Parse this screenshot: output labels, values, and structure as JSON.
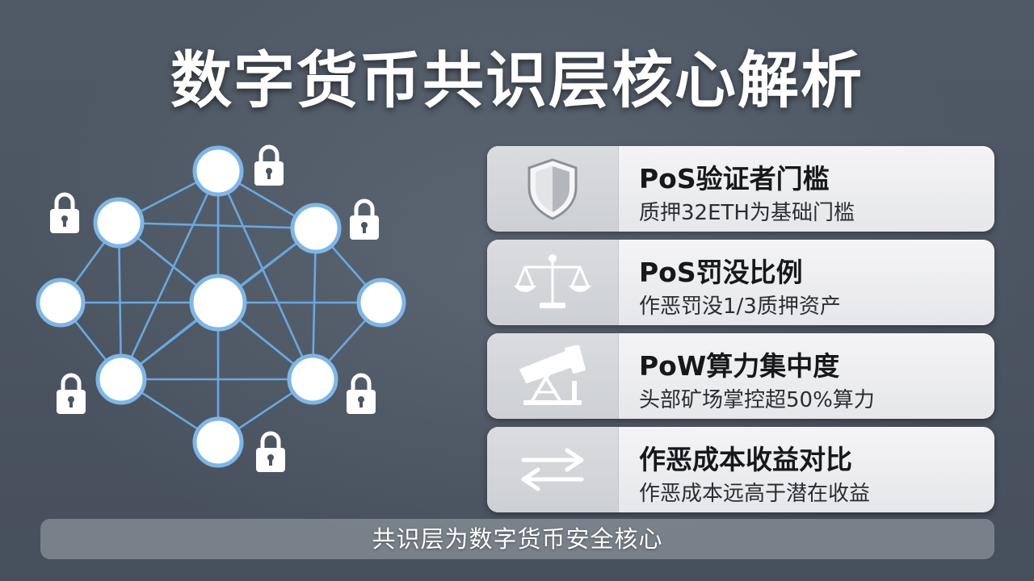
{
  "title": "数字货币共识层核心解析",
  "cards": [
    {
      "title": "PoS验证者门槛",
      "subtitle": "质押32ETH为基础门槛",
      "icon": "shield-icon"
    },
    {
      "title": "PoS罚没比例",
      "subtitle": "作恶罚没1/3质押资产",
      "icon": "scale-icon"
    },
    {
      "title": "PoW算力集中度",
      "subtitle": "头部矿场掌控超50%算力",
      "icon": "mining-rig-icon"
    },
    {
      "title": "作恶成本收益对比",
      "subtitle": "作恶成本远高于潜在收益",
      "icon": "exchange-arrows-icon"
    }
  ],
  "caption": "共识层为数字货币安全核心",
  "colors": {
    "background": "#4c5561",
    "node_ring": "#7fb6e6",
    "edge": "#6aa8e0",
    "card": "#eeeff1",
    "icon": "#ffffff"
  }
}
